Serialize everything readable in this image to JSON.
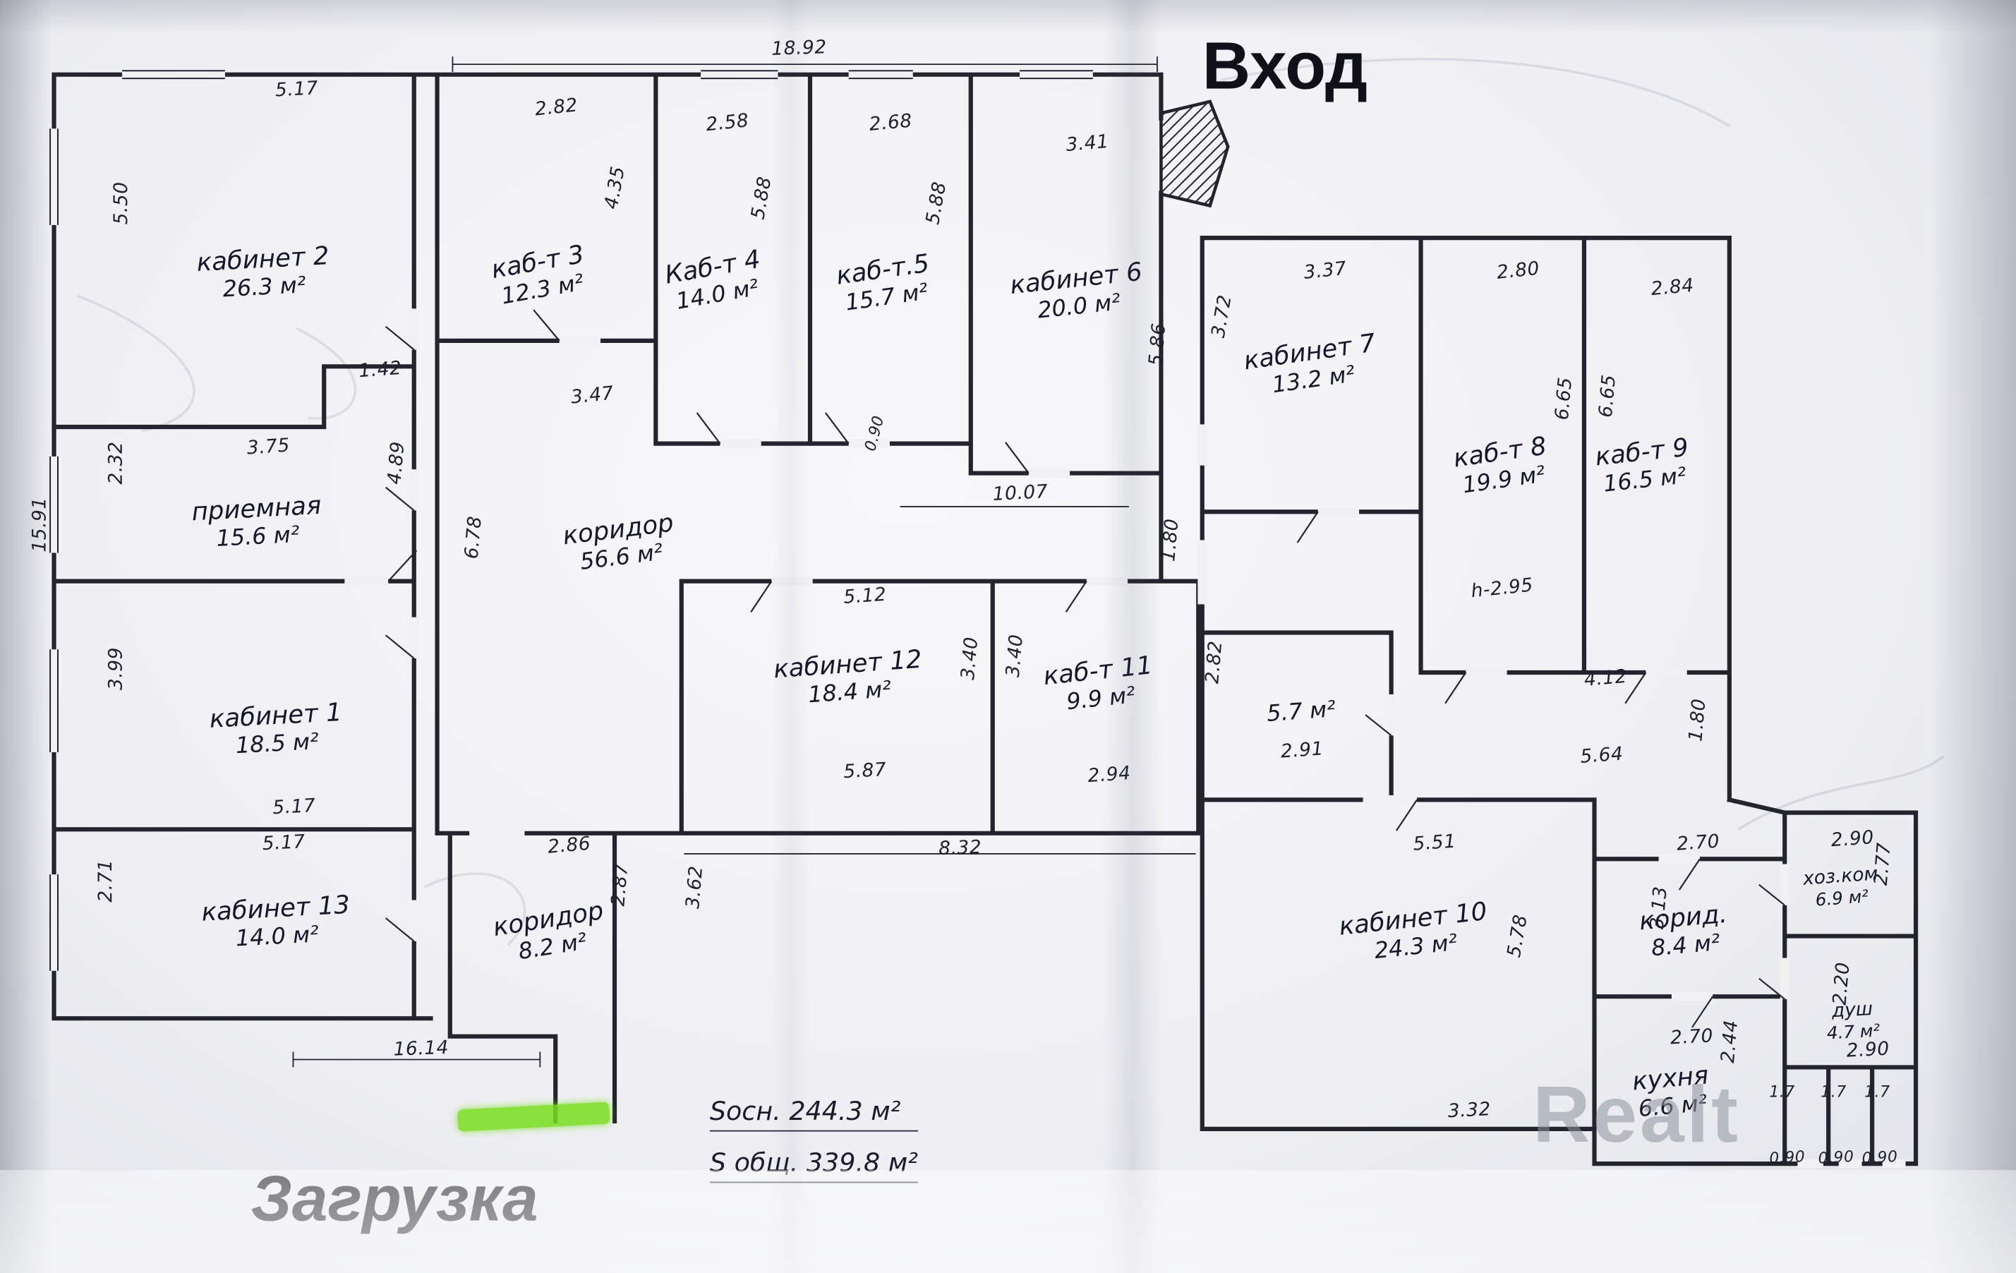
{
  "page": {
    "entrance_label": "Вход",
    "loading_label": "Загрузка",
    "watermark": "Realt"
  },
  "totals": {
    "area_osn": "Sосн.  244.3 м²",
    "area_total": "S общ.  339.8 м²"
  },
  "rooms": [
    {
      "name": "кабинет 2",
      "area": "26.3 м²"
    },
    {
      "name": "каб-т 3",
      "area": "12.3 м²"
    },
    {
      "name": "Каб-т 4",
      "area": "14.0 м²"
    },
    {
      "name": "каб-т.5",
      "area": "15.7 м²"
    },
    {
      "name": "кабинет 6",
      "area": "20.0 м²"
    },
    {
      "name": "кабинет 7",
      "area": "13.2 м²"
    },
    {
      "name": "каб-т 8",
      "area": "19.9 м²"
    },
    {
      "name": "каб-т 9",
      "area": "16.5 м²"
    },
    {
      "name": "приемная",
      "area": "15.6 м²"
    },
    {
      "name": "коридор",
      "area": "56.6 м²"
    },
    {
      "name": "кабинет 1",
      "area": "18.5 м²"
    },
    {
      "name": "кабинет 12",
      "area": "18.4 м²"
    },
    {
      "name": "каб-т 11",
      "area": "9.9 м²"
    },
    {
      "name": "",
      "area": "5.7 м²"
    },
    {
      "name": "кабинет 13",
      "area": "14.0 м²"
    },
    {
      "name": "коридор",
      "area": "8.2 м²"
    },
    {
      "name": "кабинет 10",
      "area": "24.3 м²"
    },
    {
      "name": "корид.",
      "area": "8.4 м²"
    },
    {
      "name": "хоз.ком",
      "area": "6.9 м²"
    },
    {
      "name": "душ",
      "area": "4.7 м²"
    },
    {
      "name": "кухня",
      "area": "6.6 м²"
    }
  ],
  "dims": [
    "18.92",
    "5.17",
    "5.50",
    "2.82",
    "2.58",
    "2.68",
    "3.41",
    "4.35",
    "5.88",
    "5.88",
    "5.86",
    "3.37",
    "3.72",
    "2.80",
    "2.84",
    "6.65",
    "6.65",
    "1.42",
    "3.47",
    "3.75",
    "2.32",
    "4.89",
    "15.91",
    "6.78",
    "10.07",
    "1.80",
    "0.90",
    "3.99",
    "5.12",
    "3.40",
    "3.40",
    "2.82",
    "h-2.95",
    "4.12",
    "1.80",
    "2.91",
    "5.64",
    "5.87",
    "2.94",
    "8.32",
    "5.17",
    "5.17",
    "2.71",
    "2.86",
    "2.87",
    "3.62",
    "16.14",
    "5.51",
    "2.70",
    "2.90",
    "2.77",
    "3.13",
    "5.78",
    "2.20",
    "2.90",
    "2.70",
    "2.44",
    "3.32",
    "1.7",
    "1.7",
    "1.7",
    "0.90",
    "0.90",
    "0.90"
  ]
}
